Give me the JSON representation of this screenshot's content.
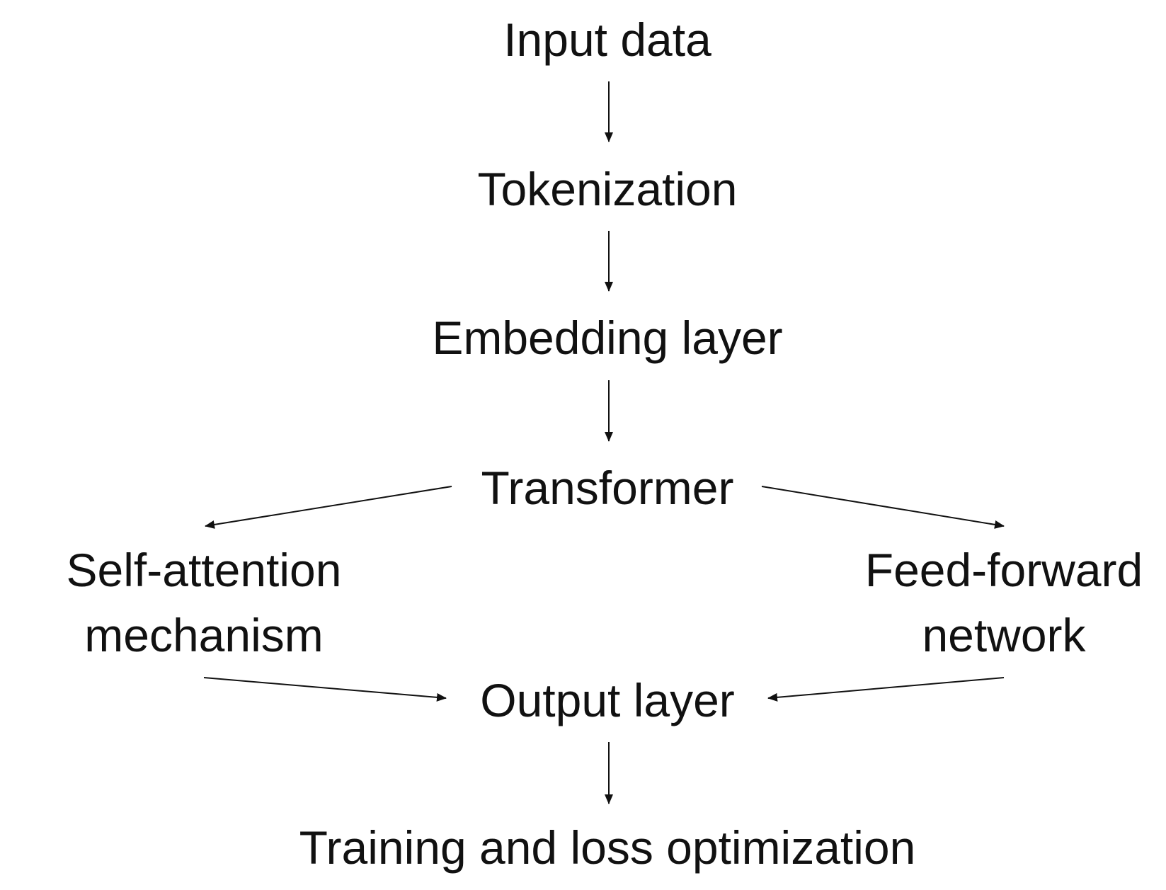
{
  "diagram": {
    "nodes": {
      "input_data": {
        "lines": [
          "Input data"
        ]
      },
      "tokenization": {
        "lines": [
          "Tokenization"
        ]
      },
      "embedding_layer": {
        "lines": [
          "Embedding layer"
        ]
      },
      "transformer": {
        "lines": [
          "Transformer"
        ]
      },
      "self_attention": {
        "lines": [
          "Self-attention",
          "mechanism"
        ]
      },
      "feed_forward": {
        "lines": [
          "Feed-forward",
          "network"
        ]
      },
      "output_layer": {
        "lines": [
          "Output layer"
        ]
      },
      "training": {
        "lines": [
          "Training and loss optimization"
        ]
      }
    },
    "edges": [
      {
        "from": "input_data",
        "to": "tokenization"
      },
      {
        "from": "tokenization",
        "to": "embedding_layer"
      },
      {
        "from": "embedding_layer",
        "to": "transformer"
      },
      {
        "from": "transformer",
        "to": "self_attention"
      },
      {
        "from": "transformer",
        "to": "feed_forward"
      },
      {
        "from": "self_attention",
        "to": "output_layer"
      },
      {
        "from": "feed_forward",
        "to": "output_layer"
      },
      {
        "from": "output_layer",
        "to": "training"
      }
    ],
    "colors": {
      "text": "#111111",
      "arrow": "#111111",
      "background": "#ffffff"
    }
  }
}
